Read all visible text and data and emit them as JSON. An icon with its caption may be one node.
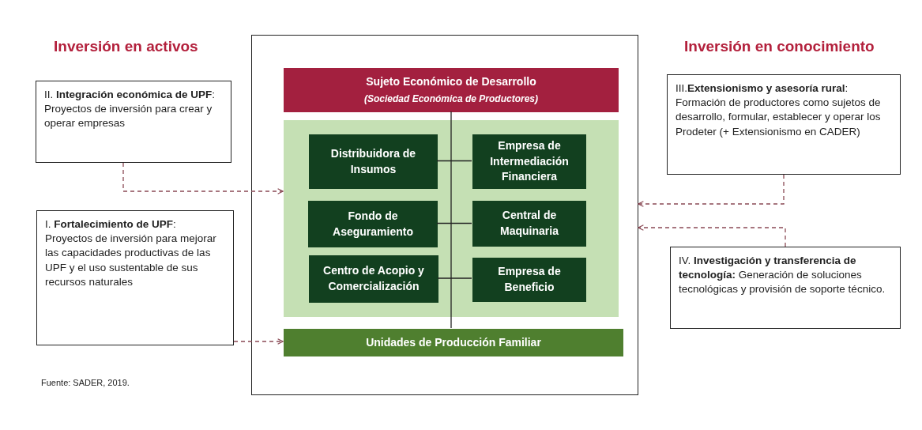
{
  "diagram": {
    "nodes": [
      {
        "text": [],
        "shape": "box"
      },
      {
        "text": [
          "Sujeto Económico de Desarrollo",
          "(Sociedad Económica de Productores)"
        ],
        "in": 0
      },
      {
        "text": [],
        "shape": "box",
        "in": 0
      },
      {
        "text": [
          "Distribuidora de Insumos"
        ],
        "in": 2
      },
      {
        "text": [
          "Empresa de Intermediación Financiera"
        ],
        "in": 2
      },
      {
        "text": [
          "Fondo de Aseguramiento"
        ],
        "in": 2
      },
      {
        "text": [
          "Central de Maquinaria"
        ],
        "in": 2
      },
      {
        "text": [
          "Centro de Acopio y Comercialización"
        ],
        "in": 2
      },
      {
        "text": [
          "Empresa de Beneficio"
        ],
        "in": 2
      },
      {
        "text": [
          "Unidades de Producción Familiar"
        ],
        "in": 0
      },
      {
        "text": [
          "II. **Integración económica de UPF**: Proyectos de inversión para crear y operar empresas"
        ]
      },
      {
        "text": [
          "I. **Fortalecimiento de UPF**: Proyectos de inversión para mejorar las capacidades productivas de las UPF y el uso sustentable de sus recursos naturales"
        ]
      },
      {
        "text": [
          "III.**Extensionismo y asesoría rural**: Formación de productores como sujetos de desarrollo, formular, establecer y operar los Prodeter (+ Extensionismo en CADER)"
        ]
      },
      {
        "text": [
          "IV. **Investigación y transferencia de tecnología:** Generación de soluciones tecnológicas y provisión de soporte técnico."
        ]
      }
    ],
    "edges": [
      {
        "from": 1,
        "to": 9,
        "arrow": "none"
      },
      {
        "from": 3,
        "to": 4,
        "arrow": "none"
      },
      {
        "from": 5,
        "to": 6,
        "arrow": "none"
      },
      {
        "from": 7,
        "to": 8,
        "arrow": "none"
      },
      {
        "from": 10,
        "to": 2,
        "arrow": "to",
        "style": "dashed",
        "color": "#8a4a55"
      },
      {
        "from": 11,
        "to": 9,
        "arrow": "to",
        "style": "dashed",
        "color": "#8a4a55"
      },
      {
        "from": 12,
        "to": 0,
        "arrow": "to",
        "style": "dashed",
        "color": "#8a4a55"
      },
      {
        "from": 13,
        "to": 0,
        "arrow": "to",
        "style": "dashed",
        "color": "#8a4a55"
      }
    ],
    "labels": [
      "Inversión en activos",
      "Inversión en conocimiento",
      "Fuente: SADER, 2019."
    ]
  }
}
